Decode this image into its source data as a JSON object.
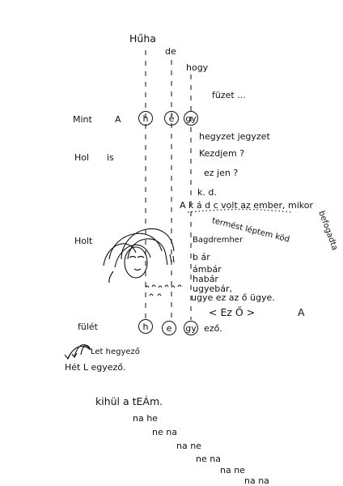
{
  "title": {
    "huha": "Hűha",
    "de": "de",
    "hogy": "hogy",
    "fuzet": "füzet ..."
  },
  "row_mint": {
    "label": "Mint",
    "a": "A",
    "c1": "h",
    "c2": "é",
    "c3": "gy"
  },
  "lines": {
    "hegyzet": "hegyzet jegyzet",
    "kezdjem": "Kezdjem ?",
    "ezjen": "ez jen ?",
    "hol": "Hol",
    "is": "is",
    "kd": "k. d.",
    "kadc": "A  k á d c  volt az ember, mikor",
    "termest": "termést léptem köd",
    "befogadta": "befogadta",
    "hol_t": "Holt"
  },
  "list": {
    "bagdremher": "Bagdremher",
    "bar": "b ár",
    "ambar": "ámbár",
    "habar": "habár",
    "ugyebar": "ugyebár,",
    "ugye": "ugye  ez az ő ügye.",
    "ezo": "< Ez   Ő >",
    "a2": "A"
  },
  "row_fulet": {
    "label": "fülét",
    "c1": "h",
    "c2": "e",
    "c3": "gy",
    "tail": "ező."
  },
  "let": {
    "line1": "Let hegyező",
    "line2": "Hét  L  egyező."
  },
  "kihul": {
    "line": "kihül  a  tEÁm."
  },
  "nana": [
    "na  he",
    "ne  na",
    "na  ne",
    "ne  na",
    "na ne",
    "na na"
  ]
}
